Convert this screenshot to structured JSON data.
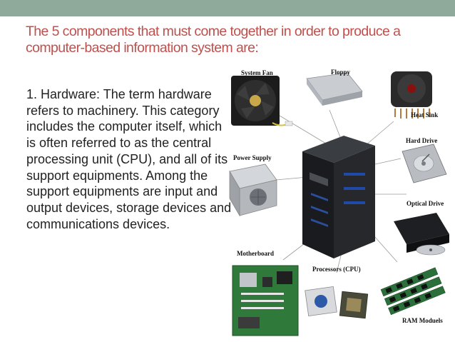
{
  "slide": {
    "title": "The 5 components that must come together in order to produce a computer-based information system are:",
    "body": "1. Hardware: The term hardware refers to machinery. This category includes the computer itself, which is often referred to as the central processing unit (CPU), and all of its support equipments. Among the support equipments are input and output devices, storage devices and communications devices."
  },
  "diagram": {
    "labels": {
      "system_fan": "System Fan",
      "floppy": "Floppy",
      "heat_sink": "Heat Sink",
      "hard_drive": "Hard Drive",
      "power_supply": "Power Supply",
      "optical_drive": "Optical Drive",
      "motherboard": "Motherboard",
      "processors": "Processors (CPU)",
      "ram": "RAM Moduels"
    }
  },
  "colors": {
    "top_band": "#8fa99a",
    "title": "#c0504d",
    "body": "#222222"
  }
}
